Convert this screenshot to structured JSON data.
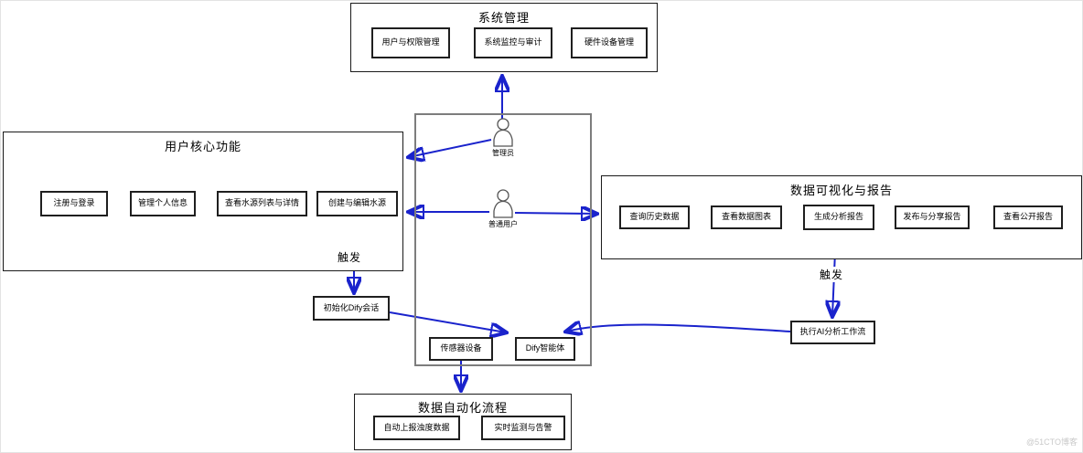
{
  "groups": {
    "system": {
      "title": "系统管理",
      "items": [
        "用户与权限管理",
        "系统监控与审计",
        "硬件设备管理"
      ]
    },
    "user_core": {
      "title": "用户核心功能",
      "items": [
        "注册与登录",
        "管理个人信息",
        "查看水源列表与详情",
        "创建与编辑水源"
      ]
    },
    "dataviz": {
      "title": "数据可视化与报告",
      "items": [
        "查询历史数据",
        "查看数据图表",
        "生成分析报告",
        "发布与分享报告",
        "查看公开报告"
      ]
    },
    "automation": {
      "title": "数据自动化流程",
      "items": [
        "自动上报浊度数据",
        "实时监测与告警"
      ]
    }
  },
  "actors": {
    "admin": {
      "label": "管理员"
    },
    "user": {
      "label": "普通用户"
    }
  },
  "boundary_nodes": {
    "sensor": "传感器设备",
    "dify_agent": "Dify智能体"
  },
  "process_nodes": {
    "init_dify": "初始化Dify会话",
    "ai_workflow": "执行AI分析工作流"
  },
  "edge_labels": {
    "trigger_left": "触发",
    "trigger_right": "触发"
  },
  "watermark": "@51CTO博客",
  "colors": {
    "arrow": "#1a23cc",
    "node_border": "#1f1f1f",
    "boundary_border": "#7d7d7d",
    "watermark": "#c9c9c9"
  }
}
